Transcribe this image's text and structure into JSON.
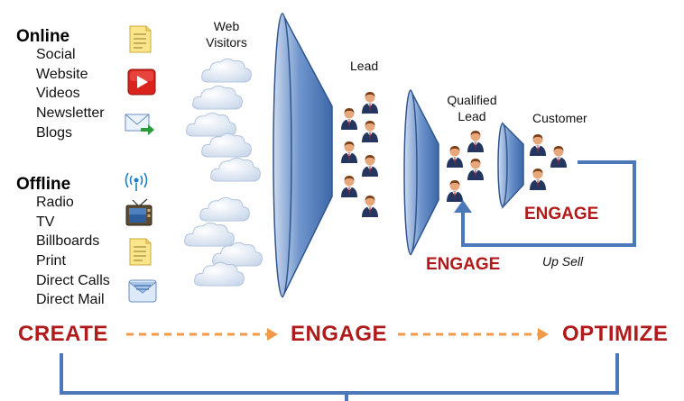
{
  "sources": {
    "online": {
      "heading": "Online",
      "items": [
        "Social",
        "Website",
        "Videos",
        "Newsletter",
        "Blogs"
      ]
    },
    "offline": {
      "heading": "Offline",
      "items": [
        "Radio",
        "TV",
        "Billboards",
        "Print",
        "Direct Calls",
        "Direct Mail"
      ]
    }
  },
  "labels": {
    "web_visitors_line1": "Web",
    "web_visitors_line2": "Visitors",
    "lead": "Lead",
    "qualified_line1": "Qualified",
    "qualified_line2": "Lead",
    "customer": "Customer",
    "engage_small_right": "ENGAGE",
    "engage_small_left": "ENGAGE",
    "up_sell": "Up Sell"
  },
  "stages": {
    "create": "CREATE",
    "engage": "ENGAGE",
    "optimize": "OPTIMIZE"
  },
  "icons": {
    "social": "document-icon",
    "website": "play-icon",
    "newsletter": "email-icon",
    "radio": "antenna-icon",
    "tv": "tv-icon",
    "print": "document-icon",
    "direct_mail": "envelope-icon",
    "visitors": "cloud-icon",
    "people": "person-icon"
  },
  "colors": {
    "funnel_blue": "#4f78b6",
    "loop_blue": "#4a78b8",
    "stage_red": "#b01a1a",
    "arrow_orange": "#f39a4a"
  }
}
